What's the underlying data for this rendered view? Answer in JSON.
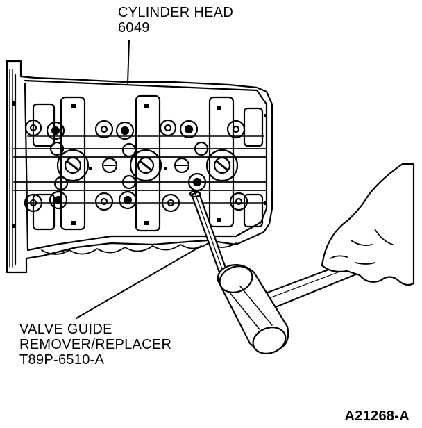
{
  "labels": {
    "cylinder_head": {
      "name": "CYLINDER HEAD",
      "part_number": "6049"
    },
    "valve_guide_tool": {
      "line1": "VALVE GUIDE",
      "line2": "REMOVER/REPLACER",
      "line3": "T89P-6510-A"
    },
    "figure_id": "A21268-A"
  },
  "colors": {
    "ink": "#000000",
    "paper": "#ffffff"
  }
}
